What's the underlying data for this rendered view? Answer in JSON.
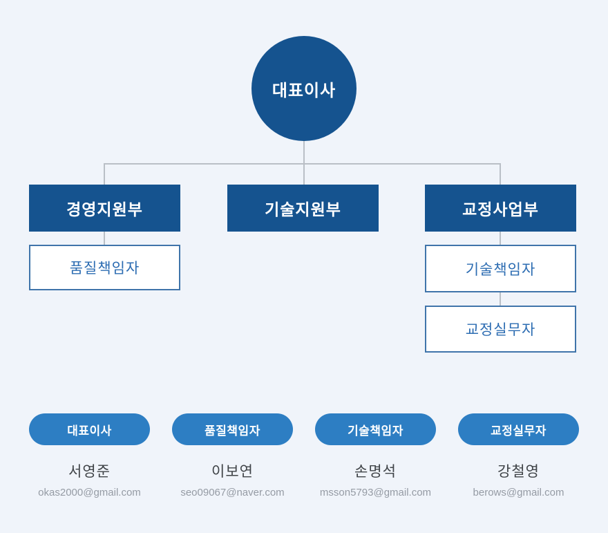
{
  "chart": {
    "type": "org-chart",
    "root": {
      "label": "대표이사"
    },
    "departments": [
      {
        "label": "경영지원부",
        "children": [
          "품질책임자"
        ]
      },
      {
        "label": "기술지원부",
        "children": []
      },
      {
        "label": "교정사업부",
        "children": [
          "기술책임자",
          "교정실무자"
        ]
      }
    ],
    "sub_roles": [
      {
        "label": "품질책임자"
      },
      {
        "label": "기술책임자"
      },
      {
        "label": "교정실무자"
      }
    ]
  },
  "contacts": [
    {
      "role": "대표이사",
      "name": "서영준",
      "email": "okas2000@gmail.com"
    },
    {
      "role": "품질책임자",
      "name": "이보연",
      "email": "seo09067@naver.com"
    },
    {
      "role": "기술책임자",
      "name": "손명석",
      "email": "msson5793@gmail.com"
    },
    {
      "role": "교정실무자",
      "name": "강철영",
      "email": "berows@gmail.com"
    }
  ],
  "colors": {
    "background": "#f0f4fa",
    "node_dark_blue": "#15538f",
    "pill_blue": "#2d7ec3",
    "role_text_blue": "#2c6cb2",
    "role_border_blue": "#3f74aa",
    "connector_gray": "#b9bfc6",
    "name_text": "#3f4347",
    "email_text": "#959ba4"
  }
}
